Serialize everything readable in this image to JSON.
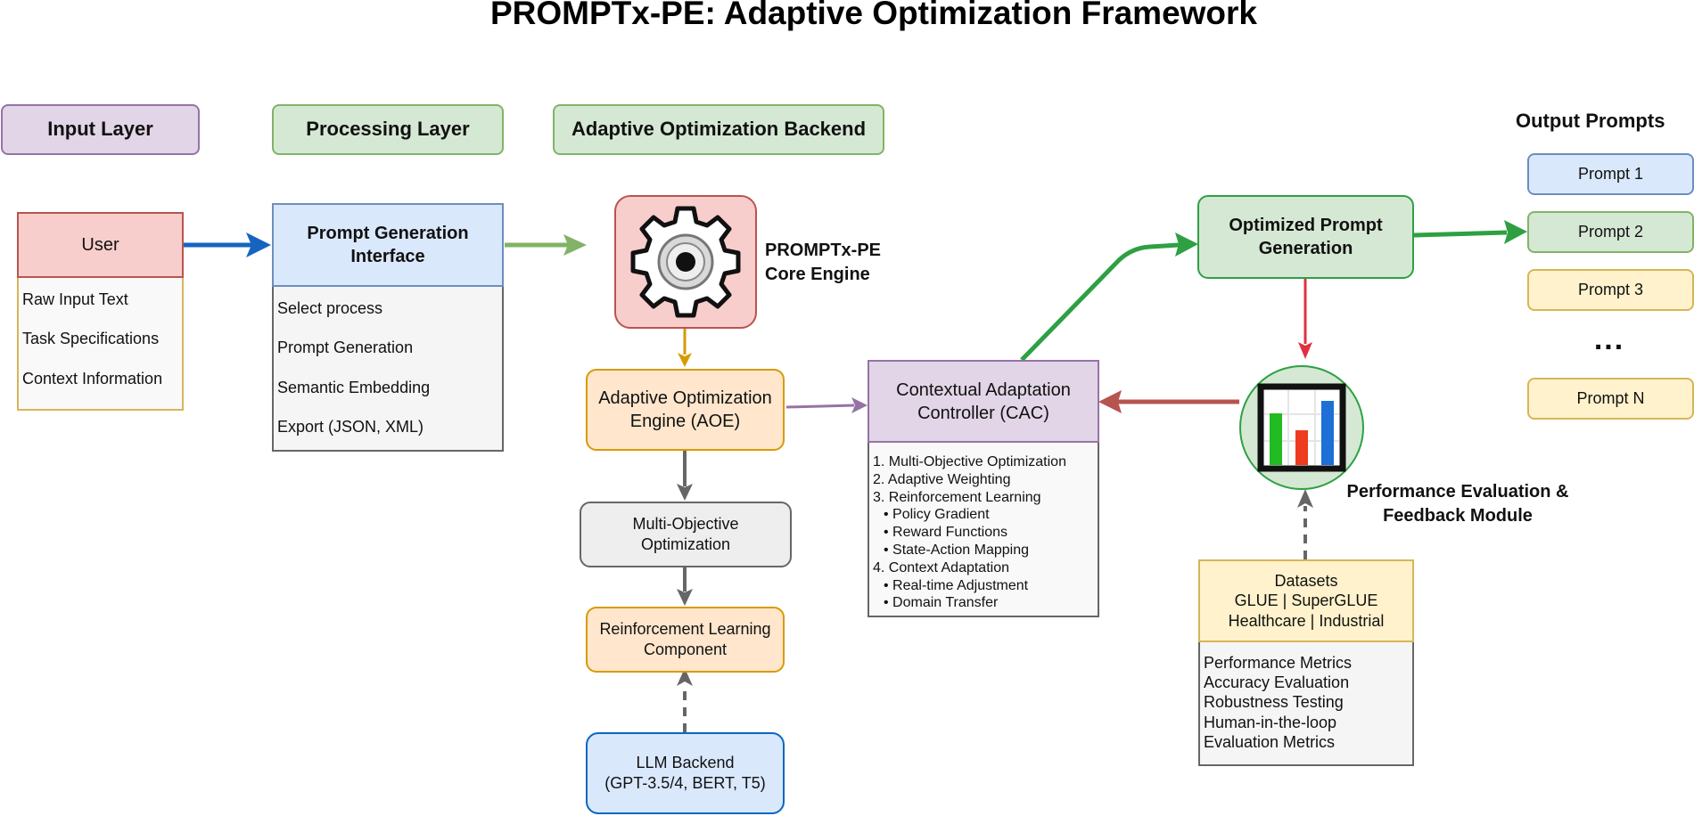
{
  "title": "PROMPTx-PE: Adaptive Optimization Framework",
  "layers": {
    "input": "Input Layer",
    "processing": "Processing Layer",
    "backend": "Adaptive Optimization Backend",
    "output": "Output Prompts"
  },
  "user": {
    "label": "User",
    "items": [
      "Raw Input Text",
      "Task Specifications",
      "Context Information"
    ]
  },
  "interface": {
    "title_line1": "Prompt Generation",
    "title_line2": "Interface",
    "items": [
      "Select process",
      "Prompt Generation",
      "Semantic Embedding",
      "Export (JSON, XML)"
    ]
  },
  "core_engine": {
    "label_line1": "PROMPTx-PE",
    "label_line2": "Core Engine",
    "icon": "gear-icon"
  },
  "aoe": {
    "line1": "Adaptive Optimization",
    "line2": "Engine (AOE)"
  },
  "moo": {
    "line1": "Multi-Objective",
    "line2": "Optimization"
  },
  "rl": {
    "line1": "Reinforcement Learning",
    "line2": "Component"
  },
  "llm": {
    "line1": "LLM Backend",
    "line2": "(GPT-3.5/4, BERT, T5)"
  },
  "cac": {
    "line1": "Contextual Adaptation",
    "line2": "Controller (CAC)",
    "items": [
      "1. Multi-Objective Optimization",
      "2. Adaptive Weighting",
      "3. Reinforcement Learning",
      "• Policy Gradient",
      "• Reward Functions",
      "• State-Action Mapping",
      "4. Context Adaptation",
      "• Real-time Adjustment",
      "• Domain Transfer"
    ]
  },
  "optimized": {
    "line1": "Optimized Prompt",
    "line2": "Generation"
  },
  "perf": {
    "line1": "Performance Evaluation &",
    "line2": "Feedback Module",
    "icon": "bar-chart-icon"
  },
  "datasets": {
    "line1": "Datasets",
    "line2": "GLUE | SuperGLUE",
    "line3": "Healthcare | Industrial",
    "items": [
      "Performance Metrics",
      "Accuracy Evaluation",
      "Robustness Testing",
      "Human-in-the-loop",
      "Evaluation Metrics"
    ]
  },
  "prompts": [
    "Prompt 1",
    "Prompt 2",
    "Prompt 3",
    "Prompt N"
  ],
  "ellipsis": "...",
  "colors": {
    "purple_fill": "#e1d5e7",
    "purple_border": "#9673a6",
    "green_fill": "#d5e8d4",
    "green_border": "#82b366",
    "blue_fill": "#dae8fc",
    "blue_border": "#6c8ebf",
    "red_fill": "#f8cecc",
    "red_border": "#b85450",
    "orange_fill": "#ffe6cc",
    "orange_border": "#d79b00",
    "yellow_fill": "#fff2cc",
    "yellow_border": "#d6b656",
    "gray_fill": "#f5f5f5",
    "gray_border": "#666666"
  }
}
